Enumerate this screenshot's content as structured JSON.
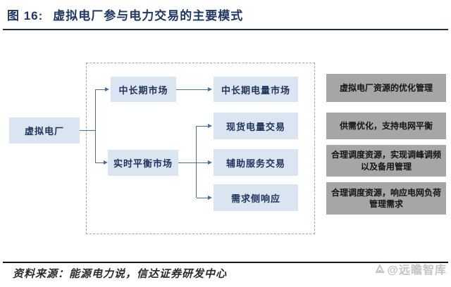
{
  "header": {
    "figure_label": "图 16:",
    "title": "虚拟电厂参与电力交易的主要模式"
  },
  "diagram": {
    "root": {
      "label": "虚拟电厂"
    },
    "level1": [
      {
        "label": "中长期市场"
      },
      {
        "label": "实时平衡市场"
      }
    ],
    "level2": [
      {
        "label": "中长期电量市场"
      },
      {
        "label": "现货电量交易"
      },
      {
        "label": "辅助服务交易"
      },
      {
        "label": "需求侧响应"
      }
    ],
    "annotations": [
      {
        "label": "虚拟电厂资源的优化管理"
      },
      {
        "label": "供需优化，支持电网平衡"
      },
      {
        "label": "合理调度资源，实现调峰调频以及备用管理"
      },
      {
        "label": "合理调度资源，响应电网负荷管理需求"
      }
    ]
  },
  "footer": {
    "source": "资料来源：能源电力说，信达证券研发中心",
    "watermark": "@远瞻智库"
  },
  "colors": {
    "title_navy": "#203864",
    "box_fill": "#dbe5f1",
    "box_text": "#20355c",
    "connector": "#4a6e96",
    "dashed_border": "#9aa7b8",
    "note_fill": "#a6a6a6",
    "note_text": "#141414",
    "watermark_gray": "#c4c4c4"
  }
}
